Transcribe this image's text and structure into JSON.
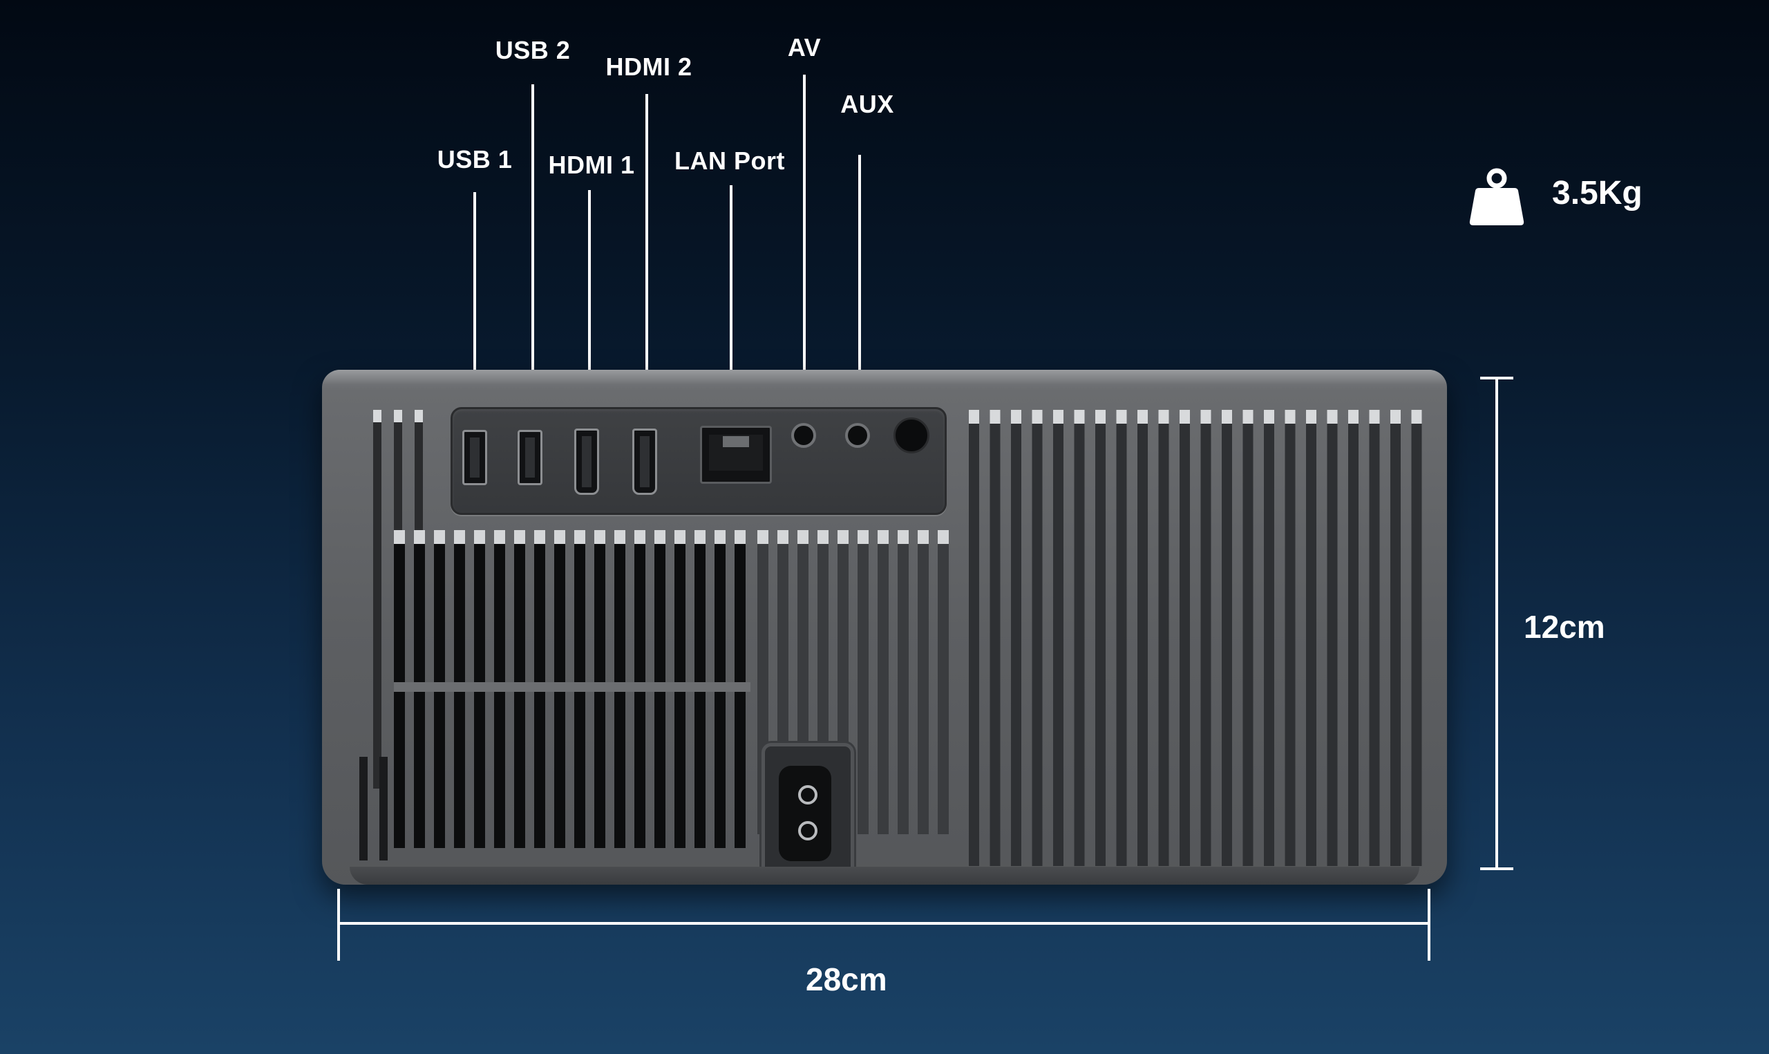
{
  "weight": {
    "icon": "weight-icon",
    "value": "3.5Kg"
  },
  "ports": [
    {
      "id": "usb-1",
      "label": "USB 1"
    },
    {
      "id": "usb-2",
      "label": "USB 2"
    },
    {
      "id": "hdmi-1",
      "label": "HDMI 1"
    },
    {
      "id": "hdmi-2",
      "label": "HDMI 2"
    },
    {
      "id": "lan-port",
      "label": "LAN Port"
    },
    {
      "id": "av",
      "label": "AV"
    },
    {
      "id": "aux",
      "label": "AUX"
    }
  ],
  "dimensions": {
    "width": "28cm",
    "height": "12cm"
  },
  "colors": {
    "background_top": "#020913",
    "background_bottom": "#1a4266",
    "body": "#5d5f62",
    "accent": "#ffffff"
  }
}
